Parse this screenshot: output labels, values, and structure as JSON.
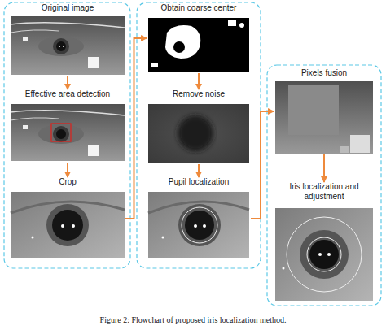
{
  "diagram": {
    "caption": "Figure 2: Flowchart of proposed iris localization method.",
    "nodes": [
      {
        "text": [
          "Original image"
        ]
      },
      {
        "text": [
          "Effective area detection"
        ]
      },
      {
        "text": [
          "Crop"
        ]
      },
      {
        "text": [
          "Obtain coarse center"
        ]
      },
      {
        "text": [
          "Remove noise"
        ]
      },
      {
        "text": [
          "Pupil localization"
        ]
      },
      {
        "text": [
          "Pixels fusion"
        ]
      },
      {
        "text": [
          "Iris localization and adjustment"
        ]
      }
    ],
    "edges": [
      {
        "from": 0,
        "to": 1,
        "arrow": "to"
      },
      {
        "from": 1,
        "to": 2,
        "arrow": "to"
      },
      {
        "from": 2,
        "to": 3,
        "arrow": "to"
      },
      {
        "from": 3,
        "to": 4,
        "arrow": "to"
      },
      {
        "from": 4,
        "to": 5,
        "arrow": "to"
      },
      {
        "from": 5,
        "to": 6,
        "arrow": "to"
      },
      {
        "from": 6,
        "to": 7,
        "arrow": "to"
      }
    ]
  }
}
